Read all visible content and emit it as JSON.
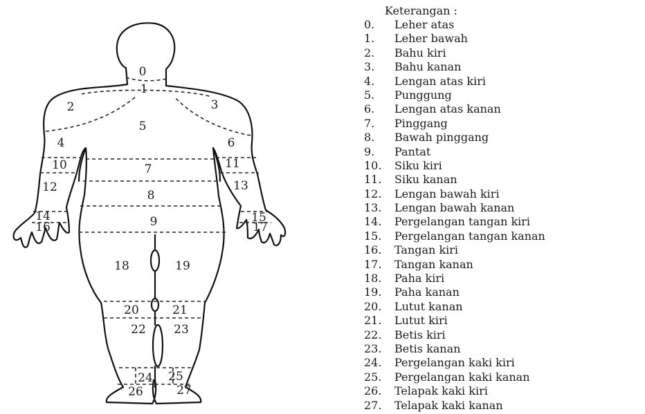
{
  "legend": {
    "title": "Keterangan :",
    "items": [
      {
        "n": "0.",
        "label": "Leher atas"
      },
      {
        "n": "1.",
        "label": "Leher bawah"
      },
      {
        "n": "2.",
        "label": "Bahu kiri"
      },
      {
        "n": "3.",
        "label": "Bahu kanan"
      },
      {
        "n": "4.",
        "label": "Lengan atas kiri"
      },
      {
        "n": "5.",
        "label": "Punggung"
      },
      {
        "n": "6.",
        "label": "Lengan atas kanan"
      },
      {
        "n": "7.",
        "label": "Pinggang"
      },
      {
        "n": "8.",
        "label": "Bawah pinggang"
      },
      {
        "n": "9.",
        "label": "Pantat"
      },
      {
        "n": "10.",
        "label": "Siku kiri"
      },
      {
        "n": "11.",
        "label": "Siku kanan"
      },
      {
        "n": "12.",
        "label": "Lengan bawah kiri"
      },
      {
        "n": "13.",
        "label": "Lengan bawah kanan"
      },
      {
        "n": "14.",
        "label": "Pergelangan tangan kiri"
      },
      {
        "n": "15.",
        "label": "Pergelangan tangan kanan"
      },
      {
        "n": "16.",
        "label": "Tangan kiri"
      },
      {
        "n": "17.",
        "label": "Tangan kanan"
      },
      {
        "n": "18.",
        "label": "Paha kiri"
      },
      {
        "n": "19.",
        "label": "Paha kanan"
      },
      {
        "n": "20.",
        "label": "Lutut kanan"
      },
      {
        "n": "21.",
        "label": "Lutut kiri"
      },
      {
        "n": "22.",
        "label": "Betis kiri"
      },
      {
        "n": "23.",
        "label": "Betis kanan"
      },
      {
        "n": "24.",
        "label": "Pergelangan kaki kiri"
      },
      {
        "n": "25.",
        "label": "Pergelangan kaki kanan"
      },
      {
        "n": "26.",
        "label": "Telapak kaki kiri"
      },
      {
        "n": "27.",
        "label": "Telapak kaki kanan"
      }
    ]
  },
  "figure": {
    "region_numbers": [
      "0",
      "1",
      "2",
      "3",
      "4",
      "5",
      "6",
      "7",
      "8",
      "9",
      "10",
      "11",
      "12",
      "13",
      "14",
      "15",
      "16",
      "17",
      "18",
      "19",
      "20",
      "21",
      "22",
      "23",
      "24",
      "25",
      "26",
      "27"
    ]
  }
}
